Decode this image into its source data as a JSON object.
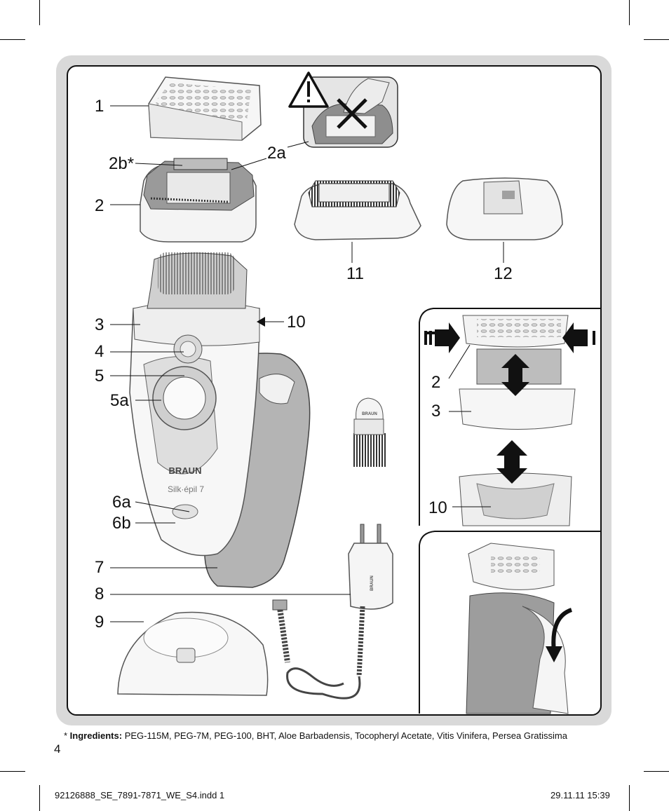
{
  "labels": {
    "l1": "1",
    "l2b": "2b*",
    "l2a": "2a",
    "l2": "2",
    "l11": "11",
    "l12": "12",
    "l3": "3",
    "l10": "10",
    "l4": "4",
    "l5": "5",
    "l5a": "5a",
    "l6a": "6a",
    "l6b": "6b",
    "l7": "7",
    "l8": "8",
    "l9": "9",
    "r2": "2",
    "r3": "3",
    "r10": "10"
  },
  "device": {
    "brand": "BRAUN",
    "model": "Silk·épil 7",
    "adapter_brand": "BRAUN",
    "brush_brand": "BRAUN"
  },
  "footnote": {
    "prefix": "* ",
    "bold": "Ingredients:",
    "text": " PEG-115M, PEG-7M, PEG-100, BHT, Aloe Barbadensis, Tocopheryl Acetate, Vitis Vinifera, Persea Gratissima"
  },
  "page_number": "4",
  "slug": {
    "file": "92126888_SE_7891-7871_WE_S4.indd   1",
    "date": "29.11.11   15:39"
  },
  "colors": {
    "panel_gray": "#d9d9d9",
    "device_gray": "#b8b8b8",
    "line": "#111111"
  },
  "icons": [
    "warning-icon",
    "no-touch-cross-icon",
    "push-arrows-icon",
    "vertical-arrows-icon",
    "rotate-arrow-icon"
  ]
}
